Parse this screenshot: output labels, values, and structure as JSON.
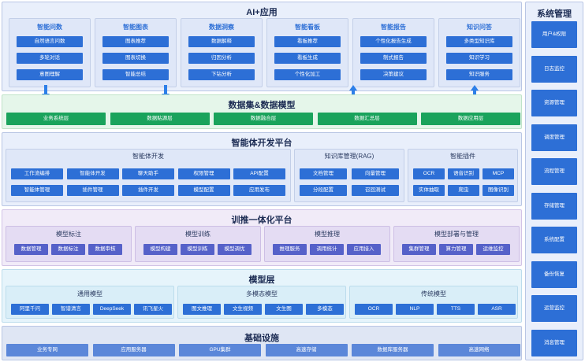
{
  "ai_app": {
    "title": "AI+应用",
    "modules": [
      {
        "title": "智能问数",
        "items": [
          "自然语言问数",
          "多轮对话",
          "意图理解"
        ]
      },
      {
        "title": "智能图表",
        "items": [
          "图表推荐",
          "图表切换",
          "智能总结"
        ]
      },
      {
        "title": "数据洞察",
        "items": [
          "数据解释",
          "归因分析",
          "下钻分析"
        ]
      },
      {
        "title": "智能看板",
        "items": [
          "看板推荐",
          "看板生成",
          "个性化加工"
        ]
      },
      {
        "title": "智能报告",
        "items": [
          "个性化报告生成",
          "制式报告",
          "决策建议"
        ]
      },
      {
        "title": "知识问答",
        "items": [
          "多类型知识库",
          "知识学习",
          "知识服务"
        ]
      }
    ]
  },
  "dataset": {
    "title": "数据集&数据模型",
    "items": [
      "业务系统层",
      "数据贴源层",
      "数据融合层",
      "数据汇总层",
      "数据应用层"
    ]
  },
  "agent_platform": {
    "title": "智能体开发平台",
    "agent_dev": {
      "title": "智能体开发",
      "items": [
        "工作流编排",
        "智能体开发",
        "聊天助手",
        "权限管理",
        "API配置",
        "智能体管理",
        "插件管理",
        "插件开发",
        "模型配置",
        "应用发布"
      ]
    },
    "rag": {
      "title": "知识库管理(RAG)",
      "items": [
        "文档管理",
        "向量管理",
        "分段配置",
        "召回测试"
      ]
    },
    "plugins": {
      "title": "智能插件",
      "items": [
        "OCR",
        "语音识别",
        "MCP",
        "实体抽取",
        "爬虫",
        "图像识别"
      ]
    }
  },
  "training_platform": {
    "title": "训推一体化平台",
    "panels": [
      {
        "title": "模型标注",
        "items": [
          "数据管理",
          "数据标注",
          "数据审核"
        ]
      },
      {
        "title": "模型训练",
        "items": [
          "模型构建",
          "模型训练",
          "模型调优"
        ]
      },
      {
        "title": "模型推理",
        "items": [
          "推理服务",
          "调用统计",
          "应用接入"
        ]
      },
      {
        "title": "模型部署与管理",
        "items": [
          "集群管理",
          "算力管理",
          "运维监控"
        ]
      }
    ]
  },
  "model_layer": {
    "title": "模型层",
    "panels": [
      {
        "title": "通用模型",
        "items": [
          "阿里千问",
          "智谱清言",
          "DeepSeek",
          "讯飞星火"
        ]
      },
      {
        "title": "多模态模型",
        "items": [
          "图文推理",
          "文生视频",
          "文生图",
          "多模态"
        ]
      },
      {
        "title": "传统模型",
        "items": [
          "OCR",
          "NLP",
          "TTS",
          "ASR"
        ]
      }
    ]
  },
  "infrastructure": {
    "title": "基础设施",
    "items": [
      "业务专网",
      "应用服务器",
      "GPU集群",
      "高速存储",
      "数据库服务器",
      "高速网络"
    ]
  },
  "system_management": {
    "title": "系统管理",
    "items": [
      "用户&权限",
      "日志监控",
      "资源管理",
      "调度管理",
      "流程管理",
      "存储管理",
      "系统配置",
      "备份恢复",
      "运营监控",
      "消息管理"
    ]
  },
  "colors": {
    "app_bg": "#e9effb",
    "dataset_bg": "#e5f6ea",
    "agent_bg": "#e9effb",
    "training_bg": "#f1ebf8",
    "model_bg": "#e6f4fb",
    "infra_bg": "#dfe6f4",
    "sys_bg": "#e9effb",
    "blue": "#2d6fd6",
    "green": "#1aa35c",
    "purple": "#5561c9"
  }
}
